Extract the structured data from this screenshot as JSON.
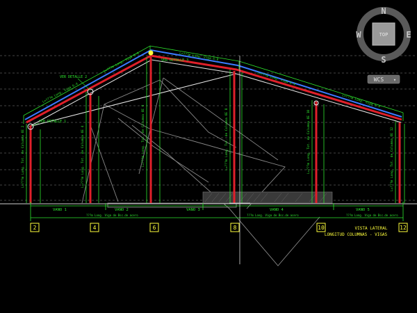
{
  "viewcube": {
    "north": "N",
    "south": "S",
    "east": "E",
    "west": "W",
    "face": "TOP",
    "wcs": "WCS"
  },
  "drawing": {
    "title_line1": "VISTA LATERAL",
    "title_line2": "LONGITUD COLUMNAS - VIGAS",
    "axes": [
      "2",
      "4",
      "6",
      "8",
      "10",
      "12"
    ],
    "spans": [
      "VANO 1",
      "VANO 2",
      "VANO 3",
      "VANO 4",
      "VANO 5"
    ],
    "beams": [
      "L=???m Long. Viga 6-4",
      "L=???m Long. Viga 6-6",
      "L=???m Long. Viga 6-8",
      "L=???m Long. Viga 6-4"
    ],
    "columns": [
      "L=???m Long. Tot. de Columna 6E 2",
      "L=???m Long. Tot. de Columna 6E 4",
      "L=???m Long. Tot. de Columna 6E 6",
      "L=???m Long. Tot. de Columna 6E 8",
      "L=???m Long. Tot. de Columna 6E 10",
      "L=???m Long. Tot. de Columna 6E 12"
    ],
    "notes": [
      "VER DETALLE 2",
      "VER DETALLE 1",
      "VER DETALLE 3"
    ],
    "bottom_dims": [
      "???m Long. Viga de Bsc.de acero",
      "???m Long. Viga de Bsc.de acero",
      "???m Long. Viga de Bsc.de acero"
    ]
  },
  "colors": {
    "background": "#000000",
    "beam_red": "#e0202a",
    "dim_green": "#2ee62e",
    "axis_yellow": "#ffff3c",
    "blue_cord": "#3b7bff",
    "grey": "#8a8a8a"
  }
}
